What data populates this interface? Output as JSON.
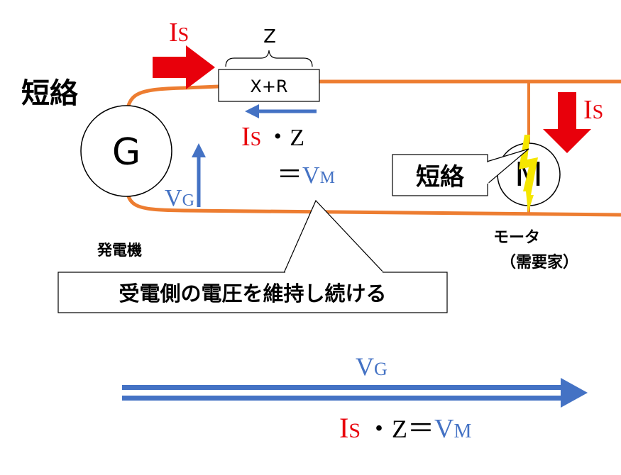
{
  "labels": {
    "short_circuit_title": "短絡",
    "impedance_z": "Z",
    "impedance_box": "X+R",
    "generator_symbol": "G",
    "generator_caption": "発電機",
    "motor_symbol": "M",
    "motor_caption_line1": "モータ",
    "motor_caption_line2": "（需要家）",
    "short_circuit_callout": "短絡",
    "receiving_voltage_callout": "受電側の電圧を維持し続ける"
  },
  "quantities": {
    "is_main": "I",
    "is_sub": "S",
    "dot_z": "・Z",
    "equals": "＝",
    "v_main": "V",
    "vm_sub": "M",
    "vg_sub": "G"
  },
  "colors": {
    "line_orange": "#ED7D31",
    "current_red": "#E8000B",
    "voltage_blue": "#4472C4",
    "spark_yellow": "#F5E600",
    "text_black": "#000000"
  }
}
